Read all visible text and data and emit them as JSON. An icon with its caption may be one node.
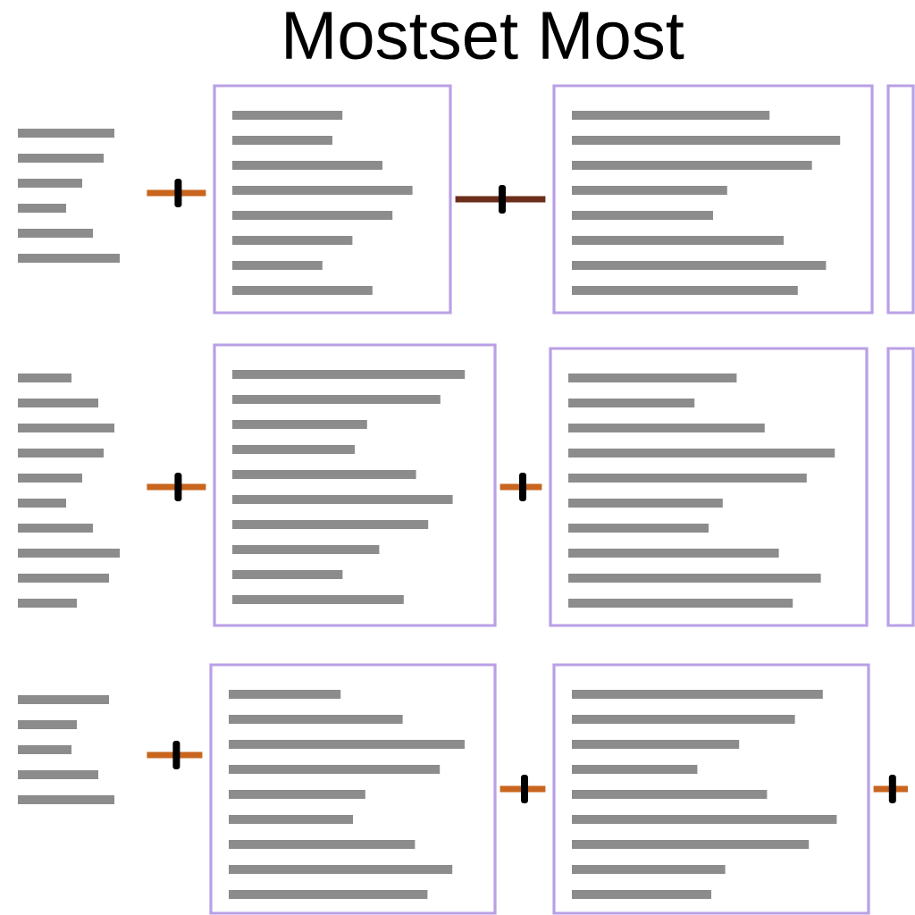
{
  "diagram": {
    "title": "Mostset Most",
    "nodes": [
      {
        "text": [],
        "shape": "picture"
      },
      {
        "text": [],
        "shape": "box"
      },
      {
        "text": [],
        "shape": "box"
      },
      {
        "text": [],
        "shape": "box"
      },
      {
        "text": [],
        "shape": "picture"
      },
      {
        "text": [],
        "shape": "box"
      },
      {
        "text": [],
        "shape": "box"
      },
      {
        "text": [],
        "shape": "box"
      },
      {
        "text": [],
        "shape": "picture"
      },
      {
        "text": [],
        "shape": "box"
      },
      {
        "text": [],
        "shape": "box"
      }
    ],
    "edges": [
      {
        "from": 0,
        "to": 1,
        "arrow": "none"
      },
      {
        "from": 1,
        "to": 2,
        "arrow": "none",
        "color": "#6b2e1a"
      },
      {
        "from": 4,
        "to": 5,
        "arrow": "none"
      },
      {
        "from": 5,
        "to": 6,
        "arrow": "none"
      },
      {
        "from": 8,
        "to": 9,
        "arrow": "none"
      },
      {
        "from": 9,
        "to": 10,
        "arrow": "none"
      },
      {
        "from": 10,
        "to": null,
        "arrow": "none"
      }
    ]
  }
}
